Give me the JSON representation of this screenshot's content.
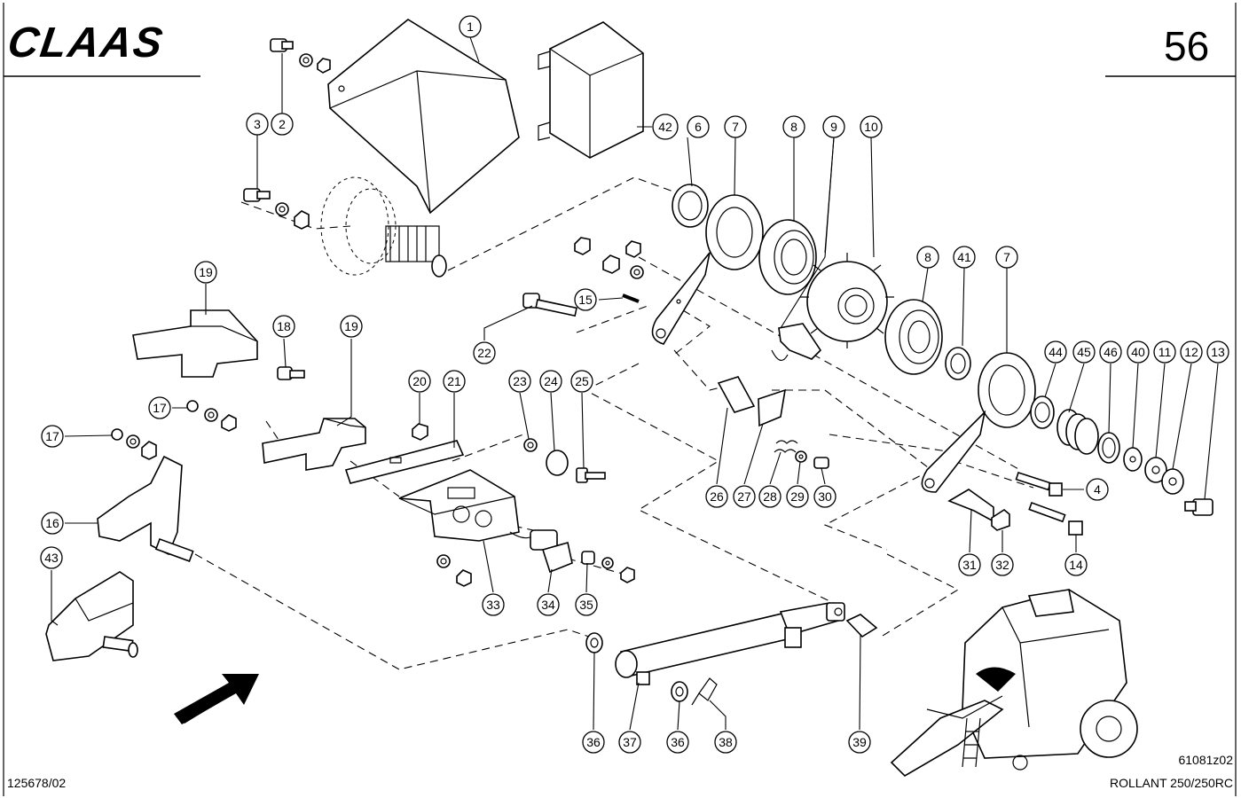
{
  "header": {
    "brand": "CLAAS",
    "page_number": "56"
  },
  "footer": {
    "drawing_code": "61081z02",
    "model": "ROLLANT 250/250RC",
    "document_number": "125678/02"
  },
  "callouts": [
    "1",
    "2",
    "3",
    "4",
    "6",
    "7",
    "8",
    "9",
    "10",
    "8",
    "41",
    "7",
    "42",
    "15",
    "19",
    "18",
    "19",
    "17",
    "17",
    "20",
    "21",
    "22",
    "23",
    "24",
    "25",
    "26",
    "27",
    "28",
    "29",
    "30",
    "31",
    "32",
    "14",
    "44",
    "45",
    "46",
    "40",
    "11",
    "12",
    "13",
    "16",
    "43",
    "33",
    "34",
    "35",
    "36",
    "37",
    "36",
    "38",
    "39"
  ]
}
